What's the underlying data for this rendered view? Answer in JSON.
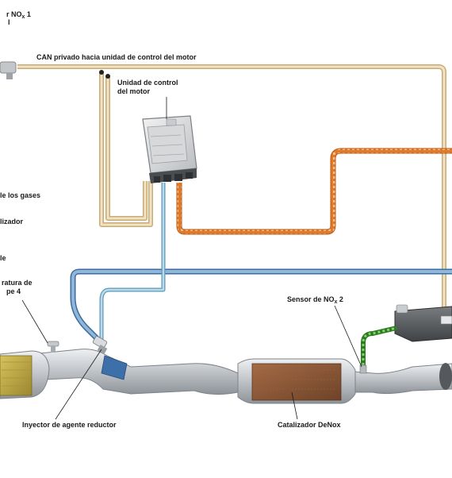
{
  "labels": {
    "nox1_line1": "r NO",
    "nox1_sub": "x",
    "nox1_suffix": " 1",
    "nox1_line2": "l",
    "can": "CAN privado hacia unidad de control del motor",
    "ecu_line1": "Unidad de control",
    "ecu_line2": "del motor",
    "gases": "le los gases",
    "catalizador_left": "lizador",
    "left_e": "le",
    "temp_line1": "ratura de",
    "temp_line2": "pe 4",
    "nox2_prefix": "Sensor de NO",
    "nox2_sub": "x",
    "nox2_suffix": " 2",
    "injector": "Inyector de agente reductor",
    "denox": "Catalizador DeNox"
  },
  "colors": {
    "can_bus": "#e2c898",
    "orange_harness": "#e07a2a",
    "blue_line": "#5a8fc0",
    "light_blue_line": "#9cc6dc",
    "green_harness": "#4fae3a",
    "catalyst": "#8a5a3a",
    "filter": "#c9b24a",
    "pipe": "#bfc3c7"
  }
}
